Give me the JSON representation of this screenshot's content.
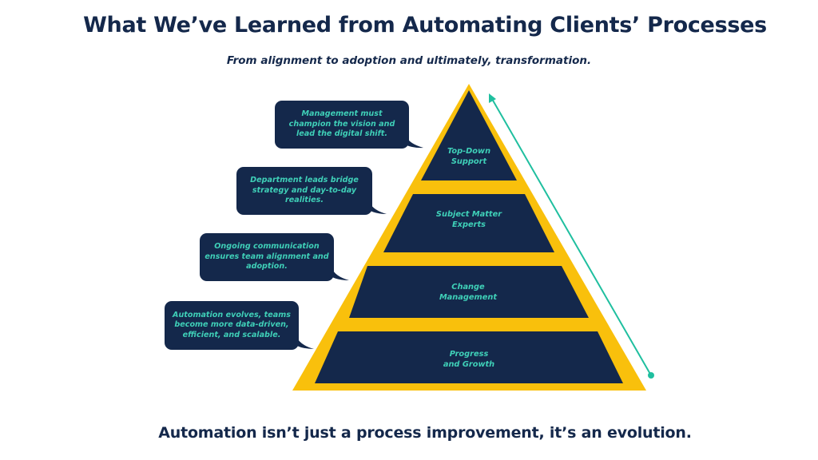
{
  "title": "What We’ve Learned from Automating Clients’ Processes",
  "subtitle": "From alignment to adoption and ultimately, transformation.",
  "footer": "Automation isn’t just a process improvement, it’s an evolution.",
  "colors": {
    "navy": "#14284b",
    "yellow": "#f9c00c",
    "teal": "#3fd0b8",
    "arrow": "#1fbf9f"
  },
  "pyramid": {
    "layers": [
      {
        "label_line1": "Top-Down",
        "label_line2": "Support"
      },
      {
        "label_line1": "Subject Matter",
        "label_line2": "Experts"
      },
      {
        "label_line1": "Change",
        "label_line2": "Management"
      },
      {
        "label_line1": "Progress",
        "label_line2": "and Growth"
      }
    ]
  },
  "callouts": [
    "Management must champion the vision and lead the digital shift.",
    "Department leads bridge strategy and day-to-day realities.",
    "Ongoing communication ensures team alignment and adoption.",
    "Automation evolves, teams become more data-driven, efficient, and scalable."
  ]
}
